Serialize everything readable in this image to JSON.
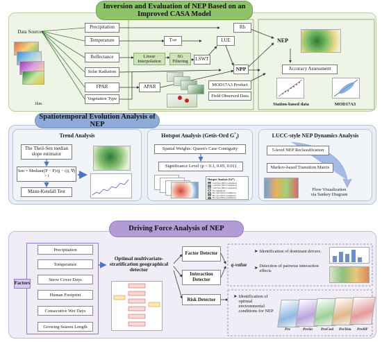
{
  "section1": {
    "title": "Inversion and Evaluation of NEP Based on an Improved CASA Model",
    "data_sources": "Data Sources",
    "resolution": "1km",
    "inputs": [
      "Precipitation",
      "Temperature",
      "Reflectance",
      "Solar Radiation",
      "FPAR",
      "Vegetation Type"
    ],
    "t_opt": "T",
    "t_opt_sub": "opt",
    "linear_interp": "Linear Interpolation",
    "sg_filter": "SG Filtering",
    "lswt": "LSWT",
    "lue": "LUE",
    "rh": "Rh",
    "apar": "APAR",
    "npp": "NPP",
    "nep": "NEP",
    "mod17a3_product": "MOD17A3 Product",
    "field_observed": "Field Observed Data",
    "accuracy": "Accuracy Assessment",
    "station_based": "Station-based data",
    "mod17a3": "MOD17A3"
  },
  "section2": {
    "title": "Spatiotemporal Evolution Analysis of NEP",
    "trend": {
      "title": "Trend Analysis",
      "estimator": "The Theil-Sen median slope estimator",
      "formula": "Sen = Median((P − P)/(j − i)), ∀j > i",
      "mk": "Mann-Kendall Test"
    },
    "hotspot": {
      "title": "Hotspot Analysis (Getis-Ord G",
      "title_sup": "*",
      "title_sub": "i",
      "title_end": ")",
      "weights": "Spatial Weights: Queen's Case Contiguity",
      "significance": "Significance Level (p < 0.1, 0.05, 0.01)",
      "legend_title": "Hotspot Analysis (Gi*)",
      "legend_items": [
        "Cold Spot (99% Confidence)",
        "Cold Spot (95% Confidence)",
        "Cold Spot (90% Confidence)",
        "Not Significant",
        "Hot Spot (90% Confidence)",
        "Hot Spot (95% Confidence)",
        "Hot Spot (99% Confidence)"
      ],
      "legend_colors": [
        "#3b6fb6",
        "#7aa5d8",
        "#c4d8ee",
        "#f3f3f3",
        "#f6c7a7",
        "#ea8a5c",
        "#c8392b"
      ]
    },
    "lucc": {
      "title": "LUCC-style NEP Dynamics Analysis",
      "reclass": "5-level NEP Reclassification",
      "markov": "Markov-based Transition Matrix",
      "flow": "Flow Visualization via Sankey Diagram"
    }
  },
  "section3": {
    "title": "Driving Force Analysis of NEP",
    "factors_label": "Factors",
    "factors": [
      "Precipitation",
      "Temperature",
      "Snow Cover Days",
      "Human Footprint",
      "Consecutive Wet Days",
      "Growing Season Length"
    ],
    "omsgd": "Optimal multivariate-stratification geographical detector",
    "detectors": [
      "Factor Detector",
      "Interaction Detector",
      "Risk Detector"
    ],
    "q_value": "q-value",
    "outputs": [
      "Identification of dominant drivers",
      "Detection of pairwise interaction effects",
      "Identification of optimal environmental conditions for NEP"
    ],
    "map_labels": [
      "Pre",
      "PreSn",
      "PreCwd",
      "PreTem",
      "PreHF",
      "PreGsl"
    ],
    "colors": {
      "s1_bg": "#e9f2de",
      "s1_header": "#90c36a",
      "s2_bg": "#e6ebf3",
      "s2_header": "#8eaad6",
      "s3_bg": "#f2eef7",
      "s3_header": "#b39bd6"
    }
  }
}
